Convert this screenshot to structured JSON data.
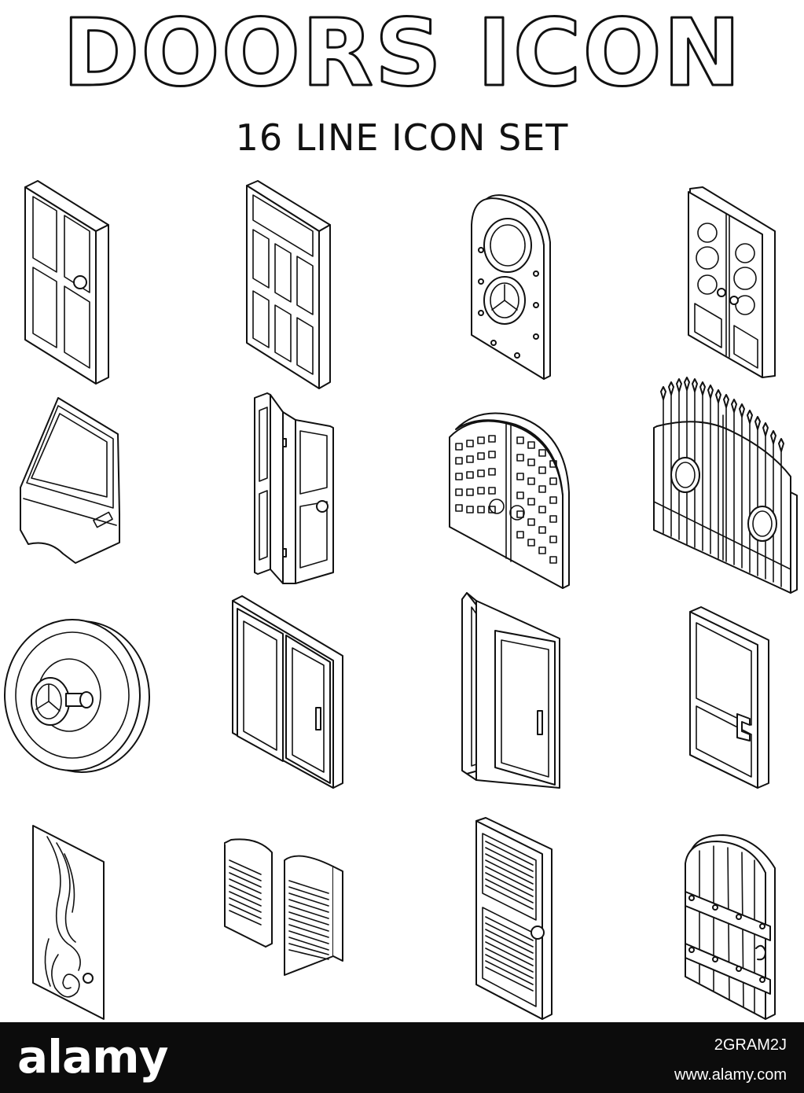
{
  "header": {
    "title": "DOORS ICON",
    "subtitle": "16 LINE ICON SET"
  },
  "icons": [
    {
      "name": "panel-door-icon"
    },
    {
      "name": "transom-door-icon"
    },
    {
      "name": "porthole-door-icon"
    },
    {
      "name": "ornate-double-door-icon"
    },
    {
      "name": "car-door-icon"
    },
    {
      "name": "folding-shutter-door-icon"
    },
    {
      "name": "arched-grid-gate-icon"
    },
    {
      "name": "wrought-iron-gate-icon"
    },
    {
      "name": "vault-door-icon"
    },
    {
      "name": "sliding-double-door-icon"
    },
    {
      "name": "open-glass-door-icon"
    },
    {
      "name": "modern-door-icon"
    },
    {
      "name": "swirl-door-icon"
    },
    {
      "name": "saloon-door-icon"
    },
    {
      "name": "louvered-door-icon"
    },
    {
      "name": "wooden-plank-door-icon"
    }
  ],
  "footer": {
    "brand": "alamy",
    "image_id": "2GRAM2J",
    "url": "www.alamy.com"
  },
  "colors": {
    "line": "#111111",
    "background": "#ffffff",
    "footer": "#0c0c0c"
  }
}
